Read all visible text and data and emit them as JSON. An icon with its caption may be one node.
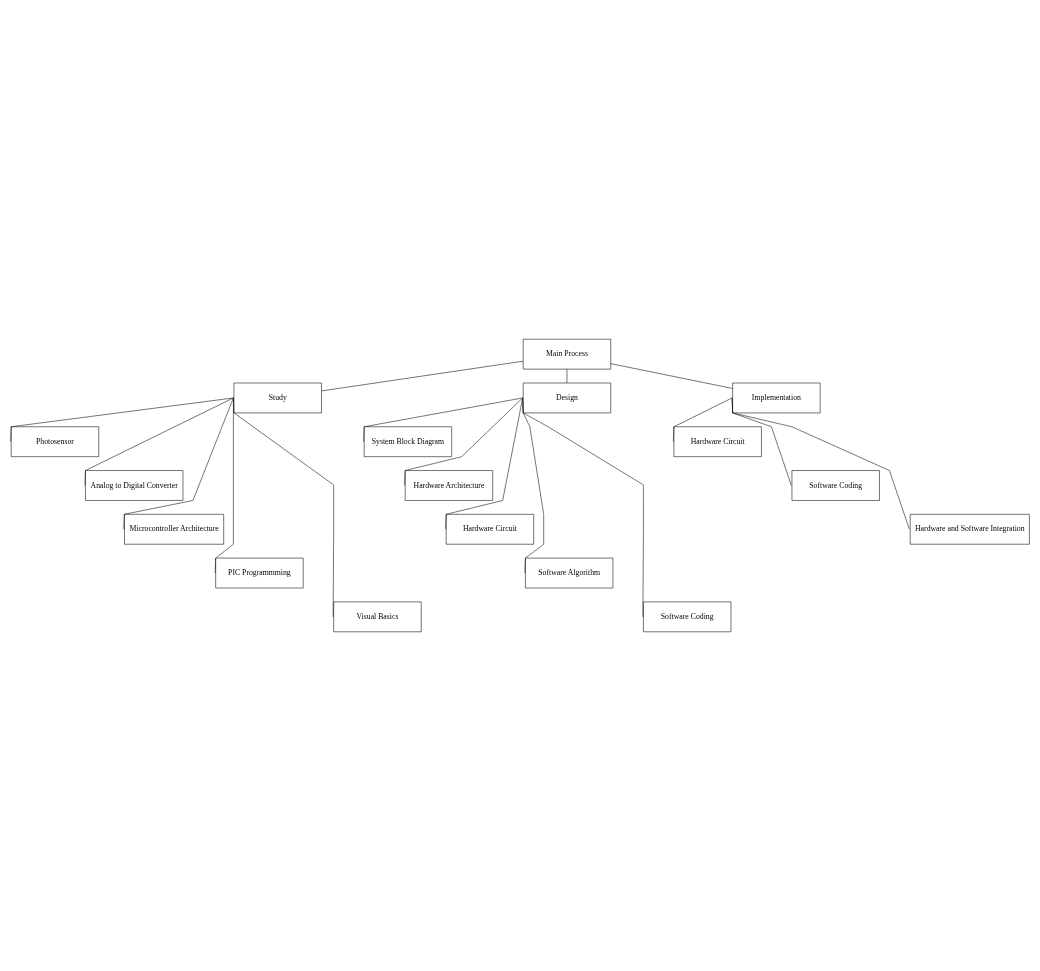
{
  "diagram": {
    "nodes": [
      {
        "text": [
          "Main Process"
        ]
      },
      {
        "text": [
          "Study"
        ]
      },
      {
        "text": [
          "Design"
        ]
      },
      {
        "text": [
          "Implementation"
        ]
      },
      {
        "text": [
          "Photosensor"
        ]
      },
      {
        "text": [
          "Analog to Digital Converter"
        ]
      },
      {
        "text": [
          "Microcontroller Architecture"
        ]
      },
      {
        "text": [
          "PIC Programmming"
        ]
      },
      {
        "text": [
          "Visual Basics"
        ]
      },
      {
        "text": [
          "System Block Diagram"
        ]
      },
      {
        "text": [
          "Hardware Architecture"
        ]
      },
      {
        "text": [
          "Hardware Circuit"
        ]
      },
      {
        "text": [
          "Software Algorithm"
        ]
      },
      {
        "text": [
          "Software Coding"
        ]
      },
      {
        "text": [
          "Hardware Circuit"
        ]
      },
      {
        "text": [
          "Software Coding"
        ]
      },
      {
        "text": [
          "Hardware and Software Integration"
        ]
      }
    ],
    "edges": [
      {
        "from": 0,
        "to": 1,
        "arrow": "none"
      },
      {
        "from": 0,
        "to": 2,
        "arrow": "none"
      },
      {
        "from": 0,
        "to": 3,
        "arrow": "none"
      },
      {
        "from": 1,
        "to": 4,
        "arrow": "none"
      },
      {
        "from": 1,
        "to": 5,
        "arrow": "none"
      },
      {
        "from": 1,
        "to": 6,
        "arrow": "none"
      },
      {
        "from": 1,
        "to": 7,
        "arrow": "none"
      },
      {
        "from": 1,
        "to": 8,
        "arrow": "none"
      },
      {
        "from": 2,
        "to": 9,
        "arrow": "none"
      },
      {
        "from": 2,
        "to": 10,
        "arrow": "none"
      },
      {
        "from": 2,
        "to": 11,
        "arrow": "none"
      },
      {
        "from": 2,
        "to": 12,
        "arrow": "none"
      },
      {
        "from": 2,
        "to": 13,
        "arrow": "none"
      },
      {
        "from": 3,
        "to": 14,
        "arrow": "none"
      },
      {
        "from": 3,
        "to": 15,
        "arrow": "none"
      },
      {
        "from": 3,
        "to": 16,
        "arrow": "none"
      }
    ]
  }
}
